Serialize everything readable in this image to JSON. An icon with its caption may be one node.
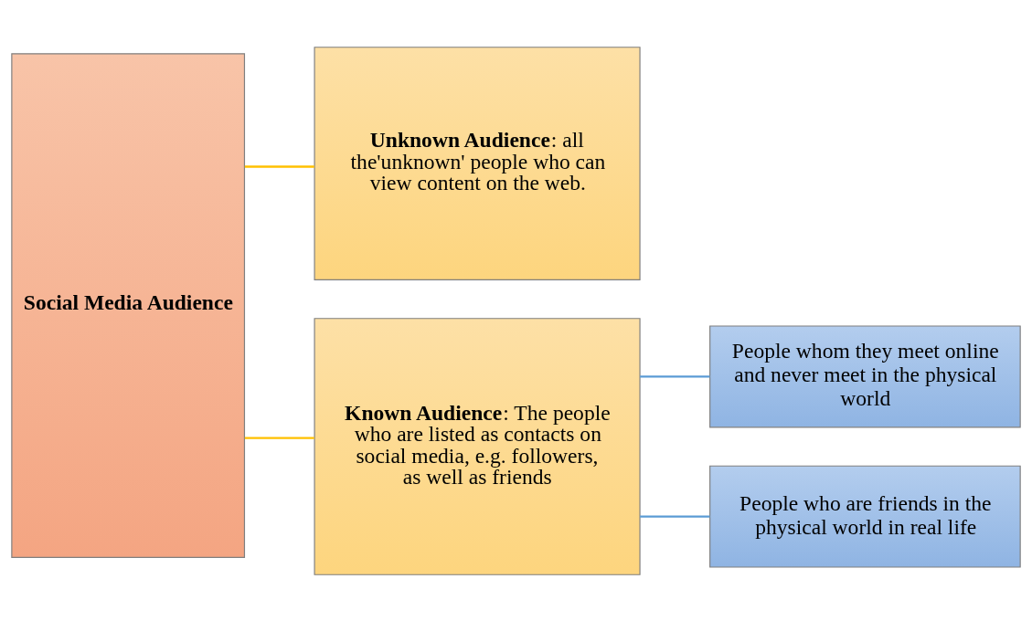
{
  "diagram": {
    "nodes": [
      {
        "text": [
          "Social Media Audience"
        ]
      },
      {
        "text": [
          "**Unknown Audience**: all the'unknown' people who can view content on the web."
        ]
      },
      {
        "text": [
          "**Known Audience**: The people who are listed as contacts on social media, e.g. followers, as well as friends"
        ]
      },
      {
        "text": [
          "People whom they meet online and never meet in the physical world"
        ]
      },
      {
        "text": [
          "People who are friends in the physical world in real life"
        ]
      }
    ],
    "edges": [
      {
        "from": 0,
        "to": 1,
        "arrow": "none",
        "color": "#ffc000"
      },
      {
        "from": 0,
        "to": 2,
        "arrow": "none",
        "color": "#ffc000"
      },
      {
        "from": 2,
        "to": 3,
        "arrow": "none",
        "color": "#5b9bd5"
      },
      {
        "from": 2,
        "to": 4,
        "arrow": "none",
        "color": "#5b9bd5"
      }
    ]
  }
}
